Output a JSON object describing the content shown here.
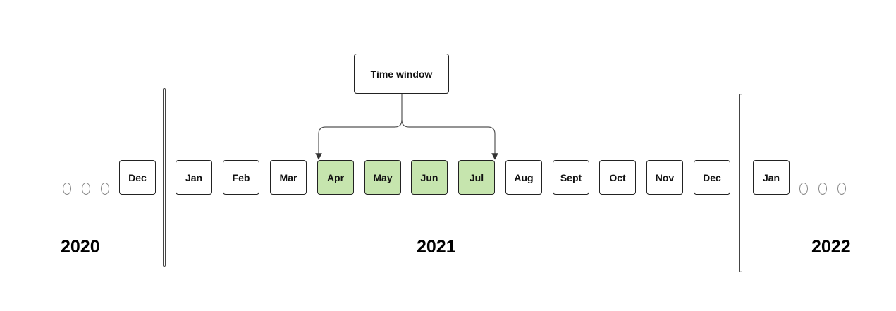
{
  "callout": {
    "label": "Time window"
  },
  "months": [
    {
      "label": "Dec",
      "highlight": false
    },
    {
      "label": "Jan",
      "highlight": false
    },
    {
      "label": "Feb",
      "highlight": false
    },
    {
      "label": "Mar",
      "highlight": false
    },
    {
      "label": "Apr",
      "highlight": true
    },
    {
      "label": "May",
      "highlight": true
    },
    {
      "label": "Jun",
      "highlight": true
    },
    {
      "label": "Jul",
      "highlight": true
    },
    {
      "label": "Aug",
      "highlight": false
    },
    {
      "label": "Sept",
      "highlight": false
    },
    {
      "label": "Oct",
      "highlight": false
    },
    {
      "label": "Nov",
      "highlight": false
    },
    {
      "label": "Dec",
      "highlight": false
    },
    {
      "label": "Jan",
      "highlight": false
    }
  ],
  "years": [
    {
      "label": "2020"
    },
    {
      "label": "2021"
    },
    {
      "label": "2022"
    }
  ],
  "colors": {
    "highlight_fill": "#c6e5ae",
    "border": "#222222"
  }
}
